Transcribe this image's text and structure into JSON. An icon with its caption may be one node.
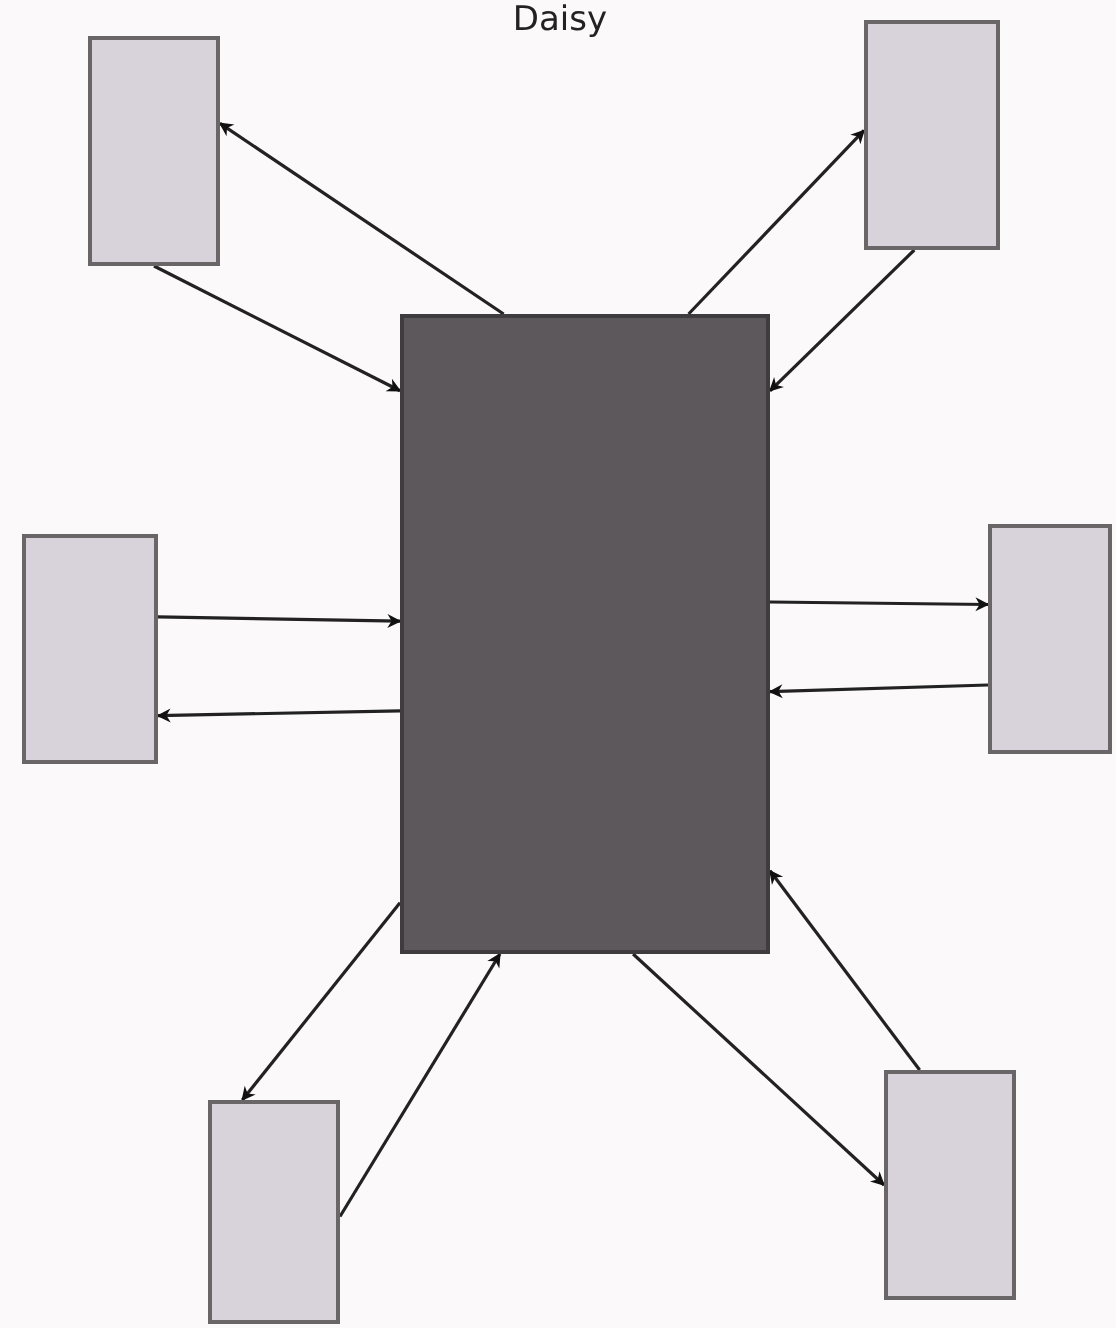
{
  "diagram": {
    "title": "Daisy",
    "nodes": [
      {
        "text": [],
        "shape": "box"
      },
      {
        "text": [],
        "shape": "box"
      },
      {
        "text": [],
        "shape": "box"
      },
      {
        "text": [],
        "shape": "box"
      },
      {
        "text": [],
        "shape": "box"
      },
      {
        "text": [],
        "shape": "box"
      },
      {
        "text": [],
        "shape": "box"
      }
    ],
    "edges": [
      {
        "from": 0,
        "to": 1,
        "arrow": "to"
      },
      {
        "from": 1,
        "to": 0,
        "arrow": "to"
      },
      {
        "from": 0,
        "to": 2,
        "arrow": "to"
      },
      {
        "from": 2,
        "to": 0,
        "arrow": "to"
      },
      {
        "from": 3,
        "to": 0,
        "arrow": "to"
      },
      {
        "from": 0,
        "to": 3,
        "arrow": "to"
      },
      {
        "from": 0,
        "to": 4,
        "arrow": "to"
      },
      {
        "from": 4,
        "to": 0,
        "arrow": "to"
      },
      {
        "from": 0,
        "to": 5,
        "arrow": "to"
      },
      {
        "from": 5,
        "to": 0,
        "arrow": "to"
      },
      {
        "from": 0,
        "to": 6,
        "arrow": "to"
      },
      {
        "from": 6,
        "to": 0,
        "arrow": "to"
      }
    ]
  }
}
